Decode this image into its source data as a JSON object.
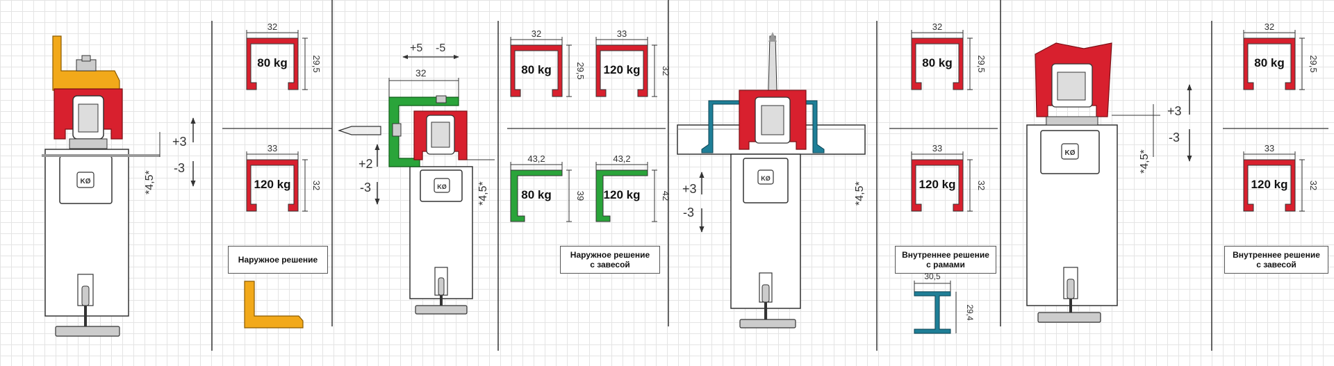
{
  "colors": {
    "red": "#d8202e",
    "yellow": "#f2a91a",
    "green": "#2aa43a",
    "teal": "#1f7f97",
    "grid": "#e4e4e4",
    "line": "#333333"
  },
  "adjust": {
    "plus3": "+3",
    "minus3": "-3",
    "plus2": "+2",
    "plus5": "+5",
    "minus5": "-5",
    "dim45": "*4,5*",
    "dim32": "32"
  },
  "logo": "KØ",
  "profiles": [
    {
      "kg": "80 kg",
      "w": "32",
      "h": "29,5"
    },
    {
      "kg": "120 kg",
      "w": "33",
      "h": "32"
    },
    {
      "kg": "80 kg",
      "w": "32",
      "h": "29,5"
    },
    {
      "kg": "120 kg",
      "w": "33",
      "h": "32"
    },
    {
      "kg": "80 kg",
      "w": "43,2",
      "h": "39"
    },
    {
      "kg": "120 kg",
      "w": "43,2",
      "h": "42"
    },
    {
      "kg": "80 kg",
      "w": "32",
      "h": "29,5"
    },
    {
      "kg": "120 kg",
      "w": "33",
      "h": "32"
    },
    {
      "kg": "80 kg",
      "w": "32",
      "h": "29,5"
    },
    {
      "kg": "120 kg",
      "w": "33",
      "h": "32"
    }
  ],
  "frame": {
    "w": "30,5",
    "h": "29,4"
  },
  "labels": {
    "s1": [
      "Наружное решение"
    ],
    "s2": [
      "Наружное решение",
      "с завесой"
    ],
    "s3": [
      "Внутреннее решение",
      "с рамами"
    ],
    "s4": [
      "Внутреннее решение",
      "с завесой"
    ]
  }
}
